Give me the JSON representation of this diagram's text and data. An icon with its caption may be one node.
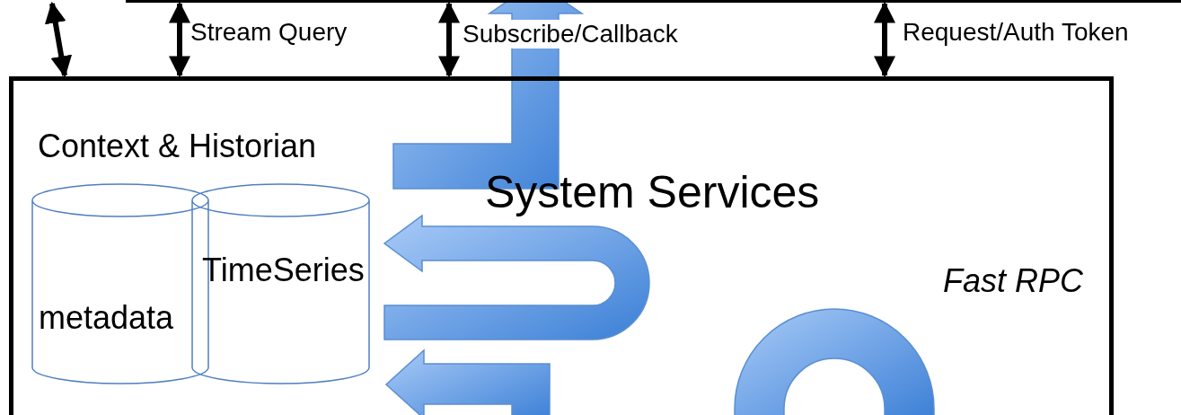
{
  "diagram": {
    "nodes": [
      {
        "text": [],
        "shape": "box"
      },
      {
        "text": [
          "System Services"
        ]
      },
      {
        "text": [
          "metadata"
        ],
        "in": 1
      },
      {
        "text": [
          "TimeSeries"
        ],
        "in": 1
      }
    ],
    "edges": [
      {
        "from": 0,
        "to": 1,
        "arrow": "both"
      },
      {
        "from": 0,
        "to": 1,
        "arrow": "both",
        "label": "Stream Query"
      },
      {
        "from": 0,
        "to": 1,
        "arrow": "both",
        "label": "Subscribe/Callback"
      },
      {
        "from": 0,
        "to": 1,
        "arrow": "both",
        "label": "Request/Auth Token"
      }
    ],
    "labels": [
      "Context & Historian",
      "Fast RPC"
    ]
  }
}
